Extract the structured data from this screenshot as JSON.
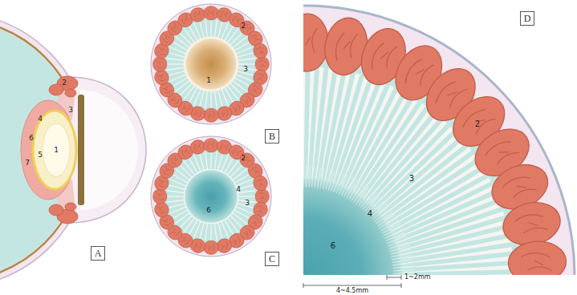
{
  "diagram": {
    "nodes": [
      {
        "text": [
          "A"
        ]
      },
      {
        "text": [
          "B"
        ]
      },
      {
        "text": [
          "C"
        ]
      },
      {
        "text": [
          "D"
        ]
      }
    ],
    "labels": [
      "2",
      "3",
      "4",
      "6",
      "5",
      "7",
      "1",
      "2",
      "3",
      "1",
      "2",
      "3",
      "4",
      "6",
      "2",
      "3",
      "4",
      "6",
      "1~2mm",
      "4~4.5mm"
    ]
  }
}
